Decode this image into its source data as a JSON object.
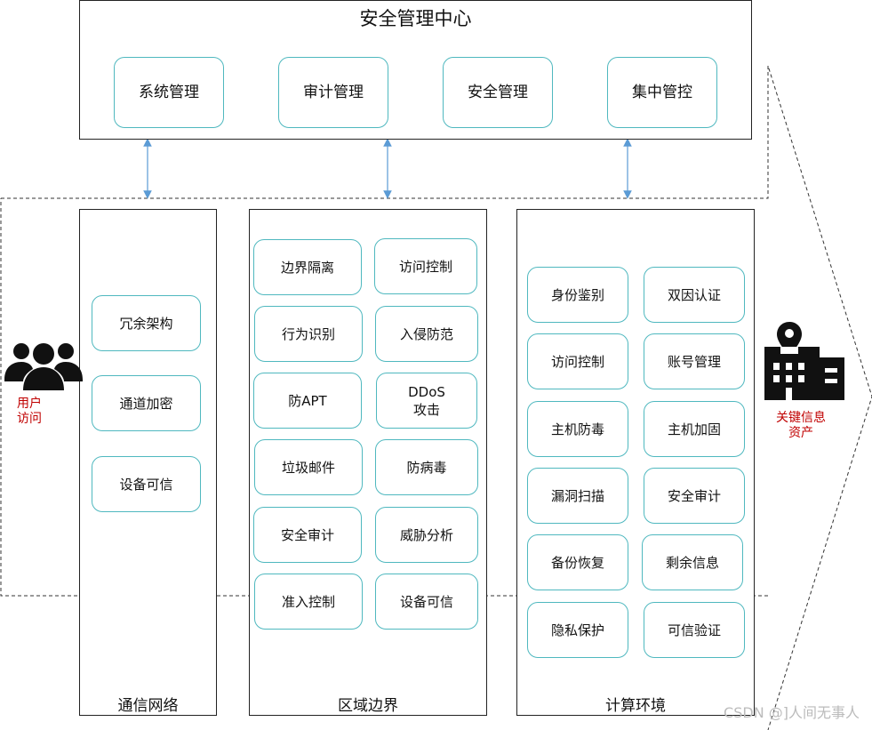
{
  "center": {
    "title": "安全管理中心",
    "items": [
      "系统管理",
      "审计管理",
      "安全管理",
      "集中管控"
    ]
  },
  "network": {
    "label": "通信网络",
    "items": [
      "冗余架构",
      "通道加密",
      "设备可信"
    ]
  },
  "boundary": {
    "label": "区域边界",
    "items": [
      "边界隔离",
      "访问控制",
      "行为识别",
      "入侵防范",
      "防APT",
      "DDoS\n攻击",
      "垃圾邮件",
      "防病毒",
      "安全审计",
      "威胁分析",
      "准入控制",
      "设备可信"
    ]
  },
  "compute": {
    "label": "计算环境",
    "items": [
      "身份鉴别",
      "双因认证",
      "访问控制",
      "账号管理",
      "主机防毒",
      "主机加固",
      "漏洞扫描",
      "安全审计",
      "备份恢复",
      "剩余信息",
      "隐私保护",
      "可信验证"
    ]
  },
  "user": {
    "label": "用户\n访问",
    "icon": "users-icon"
  },
  "asset": {
    "label": "关键信息\n资产",
    "icon": "building-location-icon"
  },
  "colors": {
    "pill_border": "#4fb8bf",
    "arrow": "#5b9bd5",
    "red_text": "#c00000"
  },
  "watermark": "CSDN @]人间无事人"
}
